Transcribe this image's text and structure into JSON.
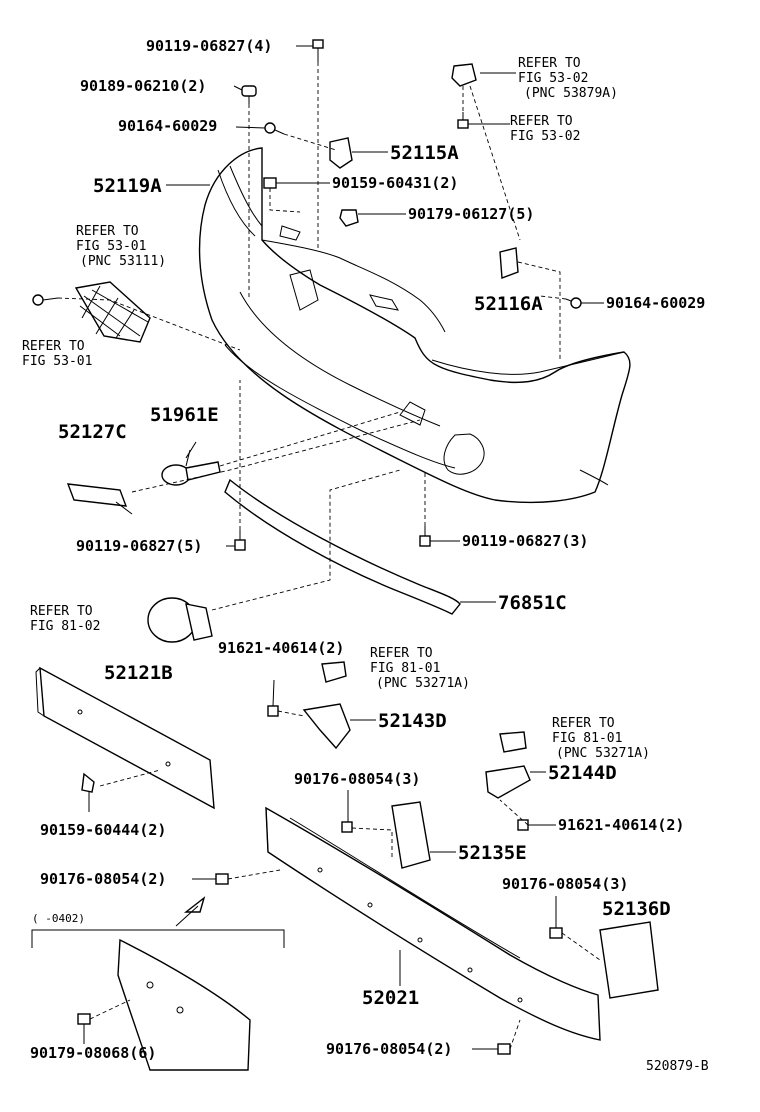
{
  "diagram_code": "520879-B",
  "date_note": "(      -0402)",
  "labels": {
    "p90119_06827_4": "90119-06827(4)",
    "p90189_06210_2": "90189-06210(2)",
    "p90164_60029_a": "90164-60029",
    "p52115a": "52115A",
    "p52119a": "52119A",
    "p90159_60431_2": "90159-60431(2)",
    "p90179_06127_5": "90179-06127(5)",
    "p52116a": "52116A",
    "p90164_60029_b": "90164-60029",
    "p52127c": "52127C",
    "p51961e": "51961E",
    "p90119_06827_5": "90119-06827(5)",
    "p90119_06827_3": "90119-06827(3)",
    "p76851c": "76851C",
    "p91621_40614_2a": "91621-40614(2)",
    "p52121b": "52121B",
    "p52143d": "52143D",
    "p52144d": "52144D",
    "p91621_40614_2b": "91621-40614(2)",
    "p90159_60444_2": "90159-60444(2)",
    "p90176_08054_3a": "90176-08054(3)",
    "p52135e": "52135E",
    "p90176_08054_2a": "90176-08054(2)",
    "p90176_08054_3b": "90176-08054(3)",
    "p52136d": "52136D",
    "p52021": "52021",
    "p90179_08068_6": "90179-08068(6)",
    "p90176_08054_2b": "90176-08054(2)"
  },
  "refs": {
    "r5302_a": {
      "l1": "REFER TO",
      "l2": "FIG 53-02",
      "l3": "(PNC 53879A)"
    },
    "r5302_b": {
      "l1": "REFER TO",
      "l2": "FIG 53-02"
    },
    "r5301_a": {
      "l1": "REFER TO",
      "l2": "FIG 53-01",
      "l3": "(PNC 53111)"
    },
    "r5301_b": {
      "l1": "REFER TO",
      "l2": "FIG 53-01"
    },
    "r8102": {
      "l1": "REFER TO",
      "l2": "FIG 81-02"
    },
    "r8101_a": {
      "l1": "REFER TO",
      "l2": "FIG 81-01",
      "l3": "(PNC 53271A)"
    },
    "r8101_b": {
      "l1": "REFER TO",
      "l2": "FIG 81-01",
      "l3": "(PNC 53271A)"
    }
  }
}
